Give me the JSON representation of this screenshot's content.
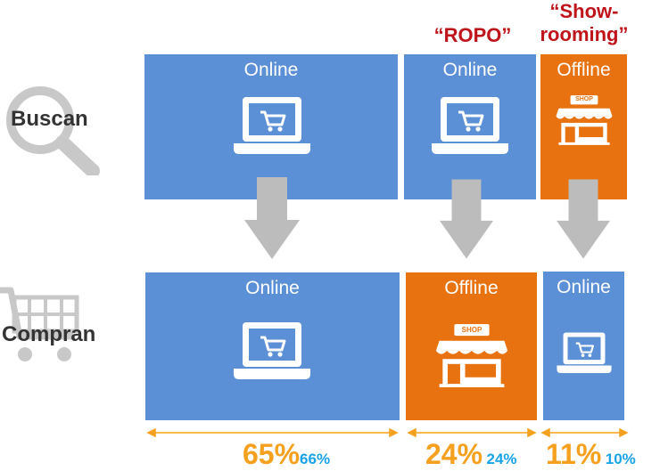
{
  "colors": {
    "blue": "#5b8fd6",
    "orange": "#e8720f",
    "arrow": "#bcbcbc",
    "tag_red": "#c0141b",
    "pct_orange": "#f5a01e",
    "pct_blue": "#1aa3e8"
  },
  "labels": {
    "search_row": "Buscan",
    "buy_row": "Compran",
    "ropo": "“ROPO”",
    "showrooming_line1": "“Show-",
    "showrooming_line2": "rooming”"
  },
  "top_panels": [
    {
      "title": "Online",
      "icon": "laptop-cart-icon"
    },
    {
      "title": "Online",
      "icon": "laptop-cart-icon"
    },
    {
      "title": "Offline",
      "icon": "shop-icon"
    }
  ],
  "bottom_panels": [
    {
      "title": "Online",
      "icon": "laptop-cart-icon"
    },
    {
      "title": "Offline",
      "icon": "shop-icon"
    },
    {
      "title": "Online",
      "icon": "laptop-cart-icon"
    }
  ],
  "percentages": [
    {
      "main": "65%",
      "secondary": "66%"
    },
    {
      "main": "24%",
      "secondary": "24%"
    },
    {
      "main": "11%",
      "secondary": "10%"
    }
  ],
  "shop_sign": "SHOP"
}
